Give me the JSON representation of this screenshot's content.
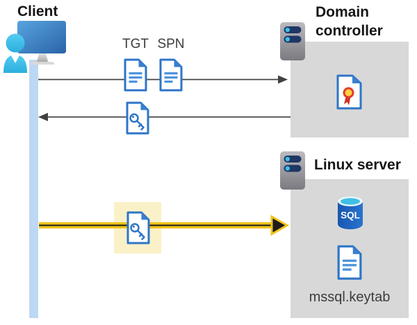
{
  "labels": {
    "client": "Client",
    "domain_controller": "Domain controller",
    "linux_server": "Linux server",
    "tgt": "TGT",
    "spn": "SPN",
    "sql": "SQL",
    "keytab": "mssql.keytab"
  },
  "icons": {
    "client": "user-workstation-icon",
    "domain_controller": "server-icon",
    "linux_server": "server-icon",
    "tgt": "document-icon",
    "spn": "document-icon",
    "service_ticket": "key-file-icon",
    "highlighted_ticket": "key-file-icon",
    "certificate": "certificate-icon",
    "database": "sql-database-icon",
    "keytab_file": "document-icon"
  },
  "colors": {
    "doc_border_blue": "#2E75C8",
    "doc_fold_blue": "#3A7FD0",
    "doc_line_blue": "#4E94DD",
    "cyan_accent": "#3FBFE6",
    "server_pill_navy": "#1E3765",
    "gray_box": "#D8D8D8",
    "lifeline_blue": "#BDD8F4",
    "yellow_highlight_box": "#FAF1C8",
    "yellow_arrow": "#EFC319",
    "dark_arrow": "#414141",
    "sql_body_blue": "#1F63C2",
    "certificate_red": "#D93A2B",
    "certificate_yellow": "#FFD23E"
  }
}
